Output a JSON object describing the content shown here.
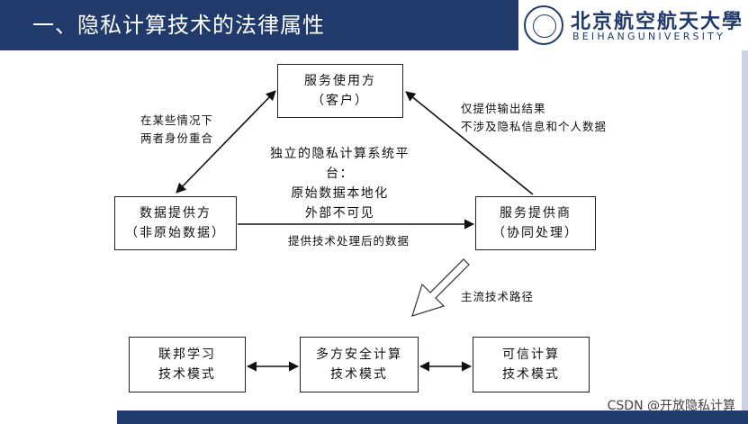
{
  "header": {
    "title": "一、隐私计算技术的法律属性",
    "logo_cn": "北京航空航天大學",
    "logo_en": "BEIHANGUNIVERSITY"
  },
  "boxes": {
    "service_user": [
      "服务使用方",
      "（客户）"
    ],
    "data_provider": [
      "数据提供方",
      "（非原始数据）"
    ],
    "service_provider": [
      "服务提供商",
      "（协同处理）"
    ],
    "federated": [
      "联邦学习",
      "技术模式"
    ],
    "mpc": [
      "多方安全计算",
      "技术模式"
    ],
    "trusted": [
      "可信计算",
      "技术模式"
    ]
  },
  "notes": {
    "left_edge": [
      "在某些情况下",
      "两者身份重合"
    ],
    "right_edge": [
      "仅提供输出结果",
      "不涉及隐私信息和个人数据"
    ],
    "center": [
      "独立的隐私计算系统平台：",
      "原始数据本地化",
      "外部不可见"
    ],
    "bottom_arrow": "提供技术处理后的数据",
    "mainstream": "主流技术路径"
  },
  "footer": {
    "watermark": "CSDN @开放隐私计算"
  }
}
